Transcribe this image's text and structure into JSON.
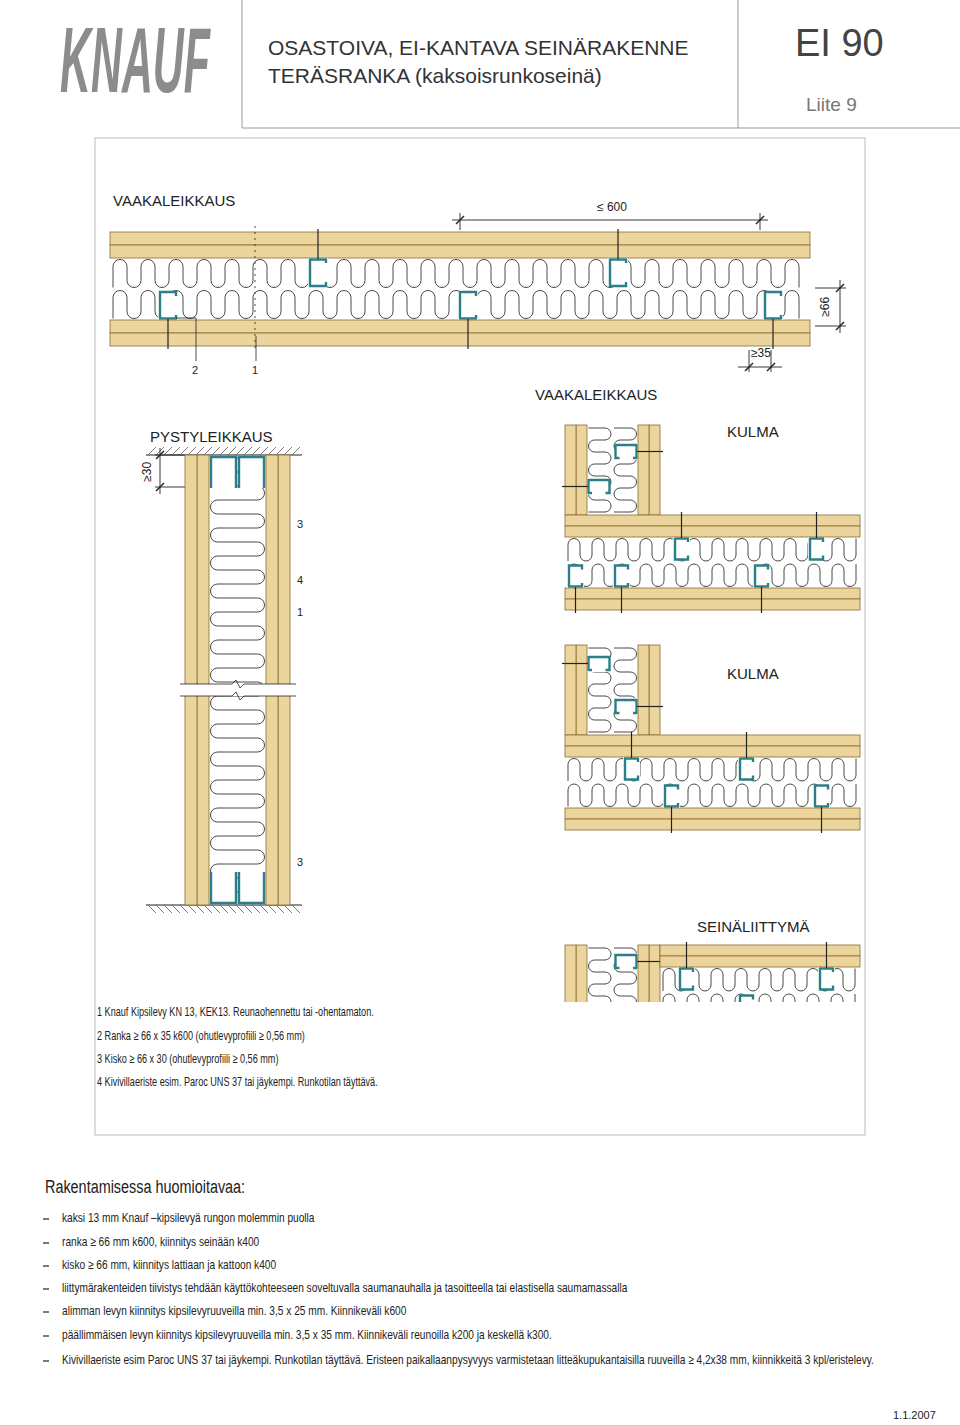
{
  "diagram": {
    "labels": [
      "KNAUF",
      "OSASTOIVA, EI-KANTAVA SEINÄRAKENNE",
      "TERÄSRANKA (kaksoisrunkoseinä)",
      "EI 90",
      "Liite 9",
      "VAAKALEIKKAUS",
      "≤ 600",
      "≥66",
      "2",
      "1",
      "≥35",
      "VAAKALEIKKAUS",
      "PYSTYLEIKKAUS",
      "KULMA",
      "≥30",
      "3",
      "4",
      "1",
      "KULMA",
      "3",
      "SEINÄLIITTYMÄ",
      "1 Knauf Kipsilevy KN 13, KEK13. Reunaohennettu tai -ohentamaton.",
      "2 Ranka ≥ 66 x 35 k600 (ohutlevyprofiili ≥ 0,56 mm)",
      "3 Kisko ≥ 66 x 30 (ohutlevyprofiili ≥ 0,56 mm)",
      "4 Kivivillaeriste esim. Paroc UNS 37 tai jäykempi. Runkotilan täyttävä.",
      "Rakentamisessa huomioitavaa:",
      "kaksi 13 mm Knauf –kipsilevyä rungon molemmin puolla",
      "ranka ≥ 66 mm k600, kiinnitys seinään k400",
      "kisko ≥ 66 mm, kiinnitys lattiaan ja kattoon k400",
      "liittymärakenteiden tiivistys tehdään käyttökohteeseen soveltuvalla saumanauhalla ja tasoitteella tai elastisella saumamassalla",
      "alimman levyn kiinnitys kipsilevyruuveilla min. 3,5 x 25 mm. Kiinnikeväli k600",
      "päällimmäisen levyn kiinnitys kipsilevyruuveilla min. 3,5 x 35 mm. Kiinnikeväli reunoilla k200 ja keskellä k300.",
      "Kivivillaeriste esim Paroc UNS 37 tai jäykempi. Runkotilan täyttävä. Eristeen paikallaanpysyvyys varmistetaan litteäkupukantaisilla ruuveilla ≥ 4,2x38 mm, kiinnikkeitä 3 kpl/eristelevy.",
      "1.1.2007"
    ]
  }
}
